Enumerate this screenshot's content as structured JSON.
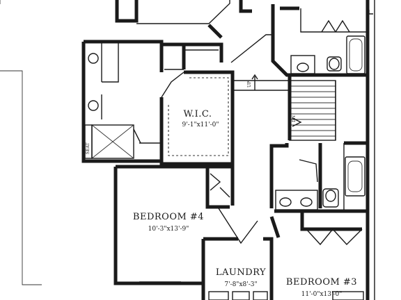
{
  "rooms": {
    "wic": {
      "name": "W.I.C.",
      "dims": "9'-1\"x11'-0\""
    },
    "bedroom4": {
      "name": "BEDROOM #4",
      "dims": "10'-3\"x13'-9\""
    },
    "laundry": {
      "name": "LAUNDRY",
      "dims": "7'-8\"x8'-3\""
    },
    "bedroom3": {
      "name": "BEDROOM #3",
      "dims": "11'-0\"x13'-0\""
    }
  },
  "stairs": {
    "up_label": "UP",
    "dn_label": "DN"
  },
  "fixtures": {
    "seat_label": "SEAT"
  },
  "colors": {
    "line": "#1a1a1a",
    "paper": "#ffffff"
  }
}
